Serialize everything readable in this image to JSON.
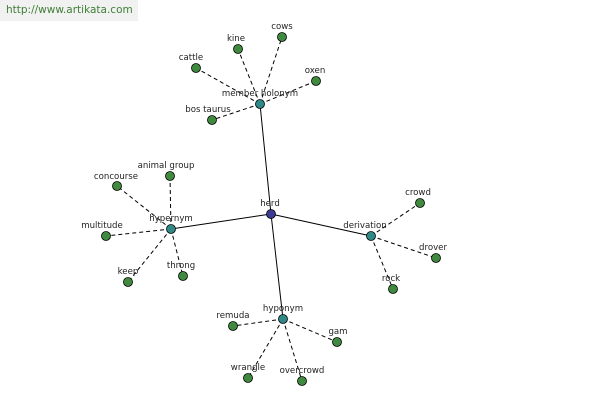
{
  "watermark": {
    "url": "http://www.artikata.com",
    "url_color": "#3f7e36",
    "background": "#f1f1f1"
  },
  "colors": {
    "root": "#3b3b94",
    "relation": "#2f8a87",
    "leaf": "#3f8a3f",
    "edge": "#000000"
  },
  "graph": {
    "root": {
      "label": "herd",
      "color_key": "root"
    },
    "relations": [
      {
        "id": "member-holonym",
        "label": "member holonym",
        "leaves": [
          "cattle",
          "kine",
          "cows",
          "oxen",
          "bos taurus"
        ]
      },
      {
        "id": "hypernym",
        "label": "hypernym",
        "leaves": [
          "concourse",
          "animal group",
          "multitude",
          "keep",
          "throng"
        ]
      },
      {
        "id": "derivation",
        "label": "derivation",
        "leaves": [
          "crowd",
          "drover",
          "rock"
        ]
      },
      {
        "id": "hyponym",
        "label": "hyponym",
        "leaves": [
          "remuda",
          "gam",
          "wrangle",
          "overcrowd"
        ]
      }
    ]
  }
}
